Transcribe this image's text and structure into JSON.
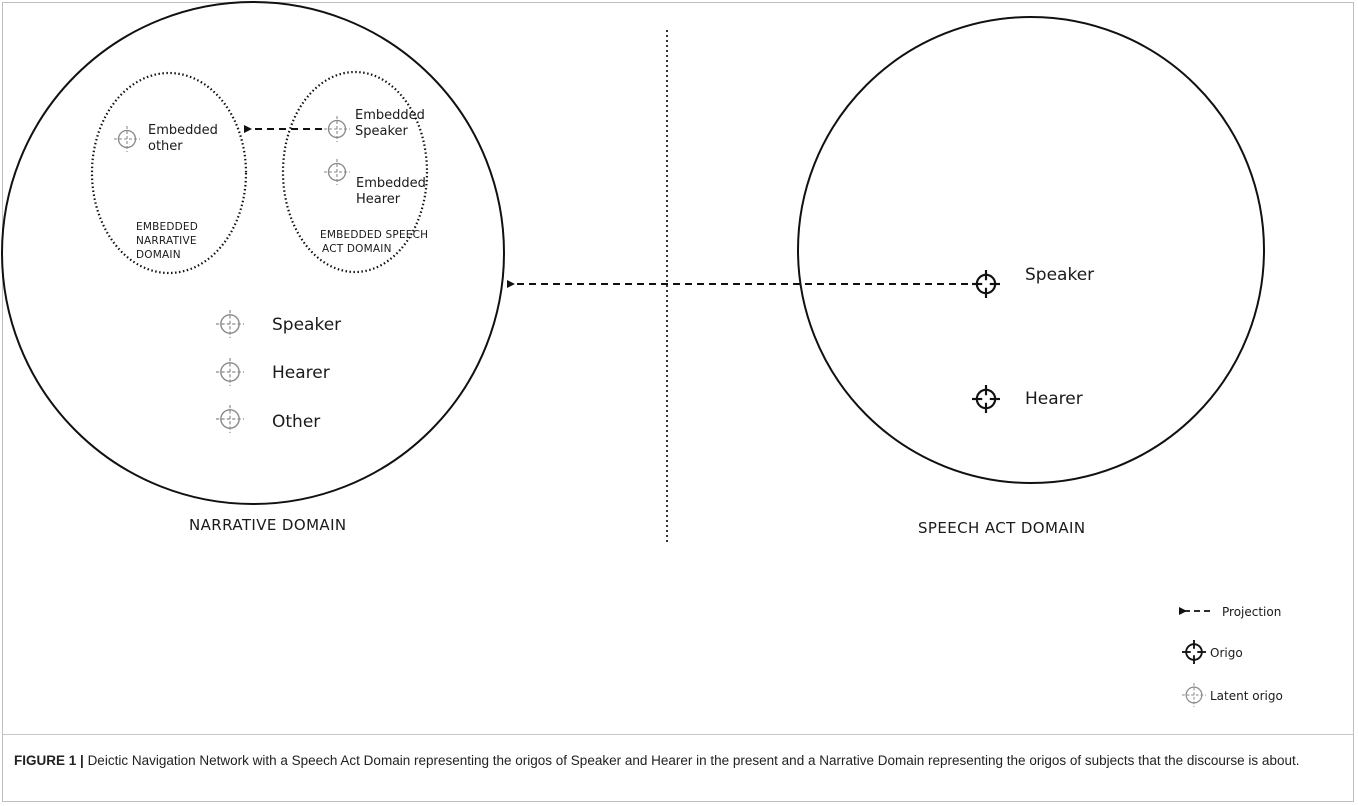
{
  "diagram": {
    "narrative": {
      "embedded_narrative": {
        "origo_label_line1": "Embedded",
        "origo_label_line2": "other",
        "domain_line1": "Embedded",
        "domain_line2": "Narrative",
        "domain_line3": "domain"
      },
      "embedded_speech_act": {
        "speaker_line1": "Embedded",
        "speaker_line2": "Speaker",
        "hearer_line1": "Embedded",
        "hearer_line2": "Hearer",
        "domain_line1": "Embedded speech",
        "domain_line2": "act domain"
      },
      "speaker_label": "Speaker",
      "hearer_label": "Hearer",
      "other_label": "Other",
      "domain_title": "Narrative domain"
    },
    "speech_act": {
      "speaker_label": "Speaker",
      "hearer_label": "Hearer",
      "domain_title": "speech act domain"
    },
    "legend": {
      "projection": "Projection",
      "origo": "Origo",
      "latent_origo": "Latent origo"
    },
    "colors": {
      "origo": "#111111",
      "latent_origo": "#8a8a8a",
      "circle": "#111111"
    }
  },
  "caption": {
    "label": "FIGURE 1 |",
    "text": "Deictic Navigation Network with a Speech Act Domain representing the origos of Speaker and Hearer in the present and a Narrative Domain representing the origos of subjects that the discourse is about."
  }
}
